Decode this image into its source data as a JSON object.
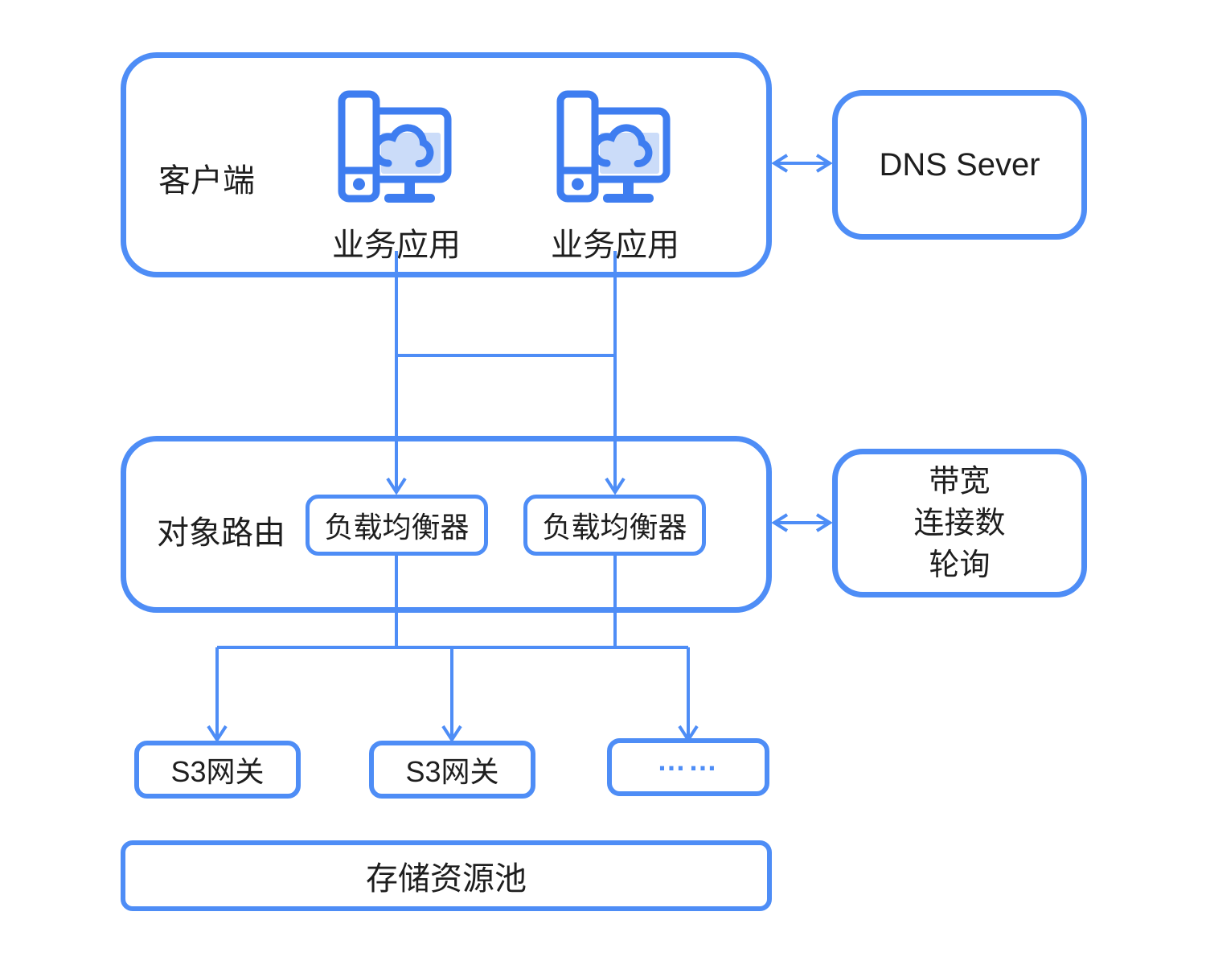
{
  "colors": {
    "line": "#4E8DF6",
    "icon_stroke": "#3E7DF0",
    "icon_fill_light": "#CBDCF9",
    "text": "#1E1E1E",
    "background": "#FFFFFF",
    "ellipsis": "#4E8DF6"
  },
  "client_group": {
    "label": "客户端",
    "apps": [
      {
        "label": "业务应用",
        "icon": "business-app-icon"
      },
      {
        "label": "业务应用",
        "icon": "business-app-icon"
      }
    ]
  },
  "dns_box": {
    "label": "DNS Sever"
  },
  "router_group": {
    "label": "对象路由",
    "load_balancers": [
      {
        "label": "负载均衡器"
      },
      {
        "label": "负载均衡器"
      }
    ]
  },
  "policy_box": {
    "lines": [
      "带宽",
      "连接数",
      "轮询"
    ]
  },
  "gateway_row": {
    "gateways": [
      {
        "label": "S3网关"
      },
      {
        "label": "S3网关"
      },
      {
        "label": "……"
      }
    ]
  },
  "storage_pool": {
    "label": "存储资源池"
  }
}
